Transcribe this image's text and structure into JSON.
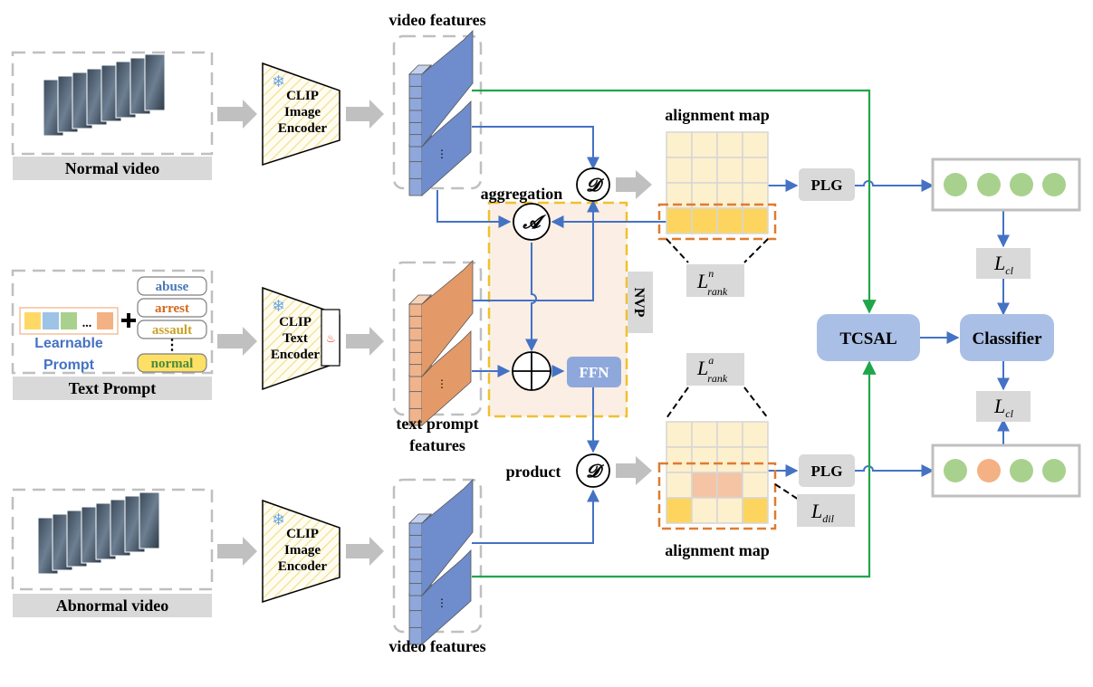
{
  "labels": {
    "video_features_top": "video features",
    "video_features_bottom": "video features",
    "alignment_map_top": "alignment map",
    "alignment_map_bottom": "alignment map",
    "normal_video": "Normal video",
    "abnormal_video": "Abnormal video",
    "text_prompt": "Text Prompt",
    "text_prompt_features_1": "text prompt",
    "text_prompt_features_2": "features",
    "aggregation": "aggregation",
    "product": "product",
    "nvp": "NVP",
    "ffn": "FFN",
    "plg_top": "PLG",
    "plg_bottom": "PLG",
    "tcsal": "TCSAL",
    "classifier": "Classifier",
    "learnable_1": "Learnable",
    "learnable_2": "Prompt",
    "ellipsis": "...",
    "vdots": "⋮",
    "op_d": "𝓓",
    "op_a": "𝓐"
  },
  "encoders": {
    "top": [
      "CLIP",
      "Image",
      "Encoder"
    ],
    "middle": [
      "CLIP",
      "Text",
      "Encoder"
    ],
    "bottom": [
      "CLIP",
      "Image",
      "Encoder"
    ]
  },
  "classes": [
    {
      "label": "abuse",
      "color": "#4a78b5"
    },
    {
      "label": "arrest",
      "color": "#d2691e"
    },
    {
      "label": "assault",
      "color": "#c9a227"
    },
    {
      "label": "normal",
      "color": "#4a8a3a"
    }
  ],
  "losses": {
    "rank_n": {
      "base": "L",
      "sup": "n",
      "sub": "rank"
    },
    "rank_a": {
      "base": "L",
      "sup": "a",
      "sub": "rank"
    },
    "dil": {
      "base": "L",
      "sub": "dil"
    },
    "cl_top": {
      "base": "L",
      "sub": "cl"
    },
    "cl_bottom": {
      "base": "L",
      "sub": "cl"
    }
  },
  "colors": {
    "blue_arrow": "#4472c4",
    "green_arrow": "#1fa64a",
    "gray_arrow": "#c0c0c0",
    "feature_blue": "#8fa8dc",
    "feature_orange": "#f0b48c",
    "nvp_border": "#f0c030",
    "nvp_fill": "#fbeee4",
    "map_light": "#fdf0cc",
    "map_strong": "#fdd55e",
    "map_orange": "#f5c4a4",
    "node_blue": "#aabfe6",
    "dot_green": "#a9d18e",
    "dot_orange": "#f4b183",
    "gray_box": "#d9d9d9"
  }
}
